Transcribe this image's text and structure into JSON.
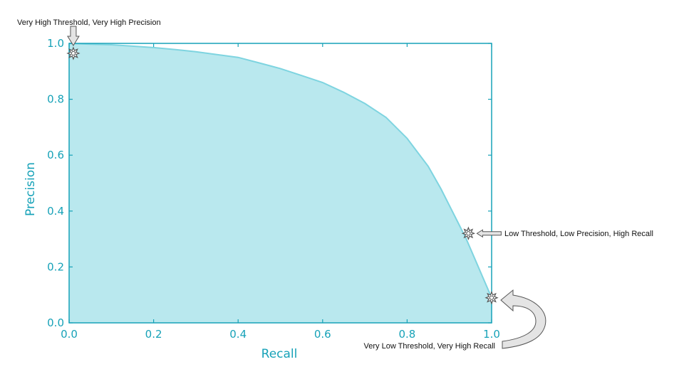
{
  "chart_data": {
    "type": "area",
    "xlabel": "Recall",
    "ylabel": "Precision",
    "xlim": [
      0.0,
      1.0
    ],
    "ylim": [
      0.0,
      1.0
    ],
    "x_ticks": [
      "0.0",
      "0.2",
      "0.4",
      "0.6",
      "0.8",
      "1.0"
    ],
    "y_ticks": [
      "0.0",
      "0.2",
      "0.4",
      "0.6",
      "0.8",
      "1.0"
    ],
    "grid": false,
    "legend": "none",
    "series": [
      {
        "x": [
          0.0,
          0.05,
          0.1,
          0.15,
          0.2,
          0.25,
          0.3,
          0.35,
          0.4,
          0.45,
          0.5,
          0.55,
          0.6,
          0.65,
          0.7,
          0.75,
          0.8,
          0.85,
          0.88,
          0.9,
          0.92,
          0.94,
          0.96,
          0.98,
          1.0
        ],
        "y": [
          1.0,
          0.997,
          0.995,
          0.99,
          0.985,
          0.978,
          0.97,
          0.96,
          0.95,
          0.93,
          0.91,
          0.885,
          0.86,
          0.825,
          0.785,
          0.735,
          0.66,
          0.56,
          0.48,
          0.42,
          0.36,
          0.3,
          0.23,
          0.16,
          0.09
        ]
      }
    ],
    "annotations": [
      {
        "text": "Very High Threshold, Very High Precision",
        "x": 0.01,
        "y": 1.0
      },
      {
        "text": "Low Threshold, Low Precision, High Recall",
        "x": 0.945,
        "y": 0.32
      },
      {
        "text": "Very Low Threshold, Very High Recall",
        "x": 1.0,
        "y": 0.095
      }
    ]
  },
  "colors": {
    "axis": "#17a2b8",
    "fill": "#b9e8ee",
    "line": "#7ed4e0",
    "marker_stroke": "#555555",
    "arrow_fill": "#e4e4e4",
    "arrow_stroke": "#555555"
  }
}
